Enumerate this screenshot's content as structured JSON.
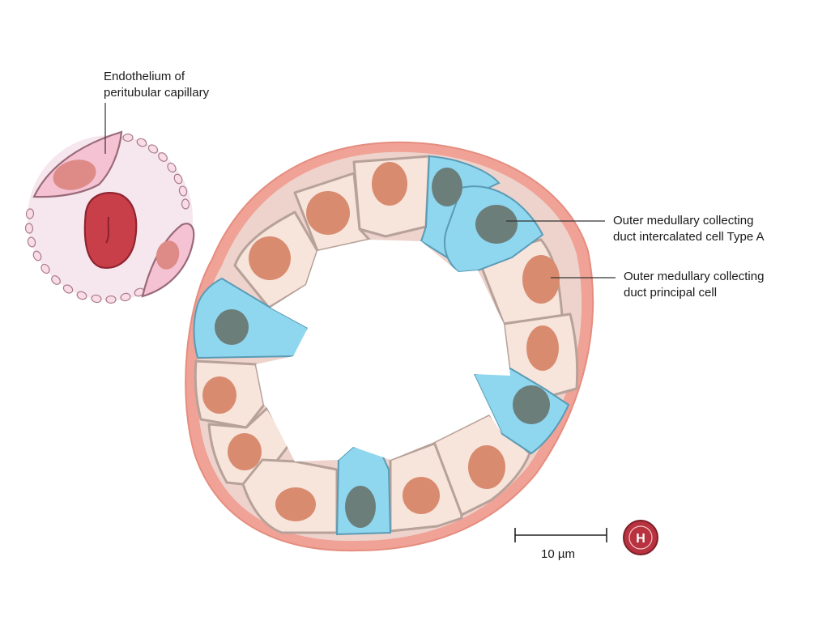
{
  "labels": {
    "endothelium": [
      "Endothelium of",
      "peritubular capillary"
    ],
    "intercalated": [
      "Outer medullary collecting",
      "duct intercalated cell Type A"
    ],
    "principal": [
      "Outer medullary collecting",
      "duct principal cell"
    ]
  },
  "scale_bar": {
    "text": "10 µm"
  },
  "logo": {
    "letter": "H"
  },
  "colors": {
    "tubule_wall": "#f0a296",
    "principal_cell": "#f7e4db",
    "principal_nucleus": "#d98b6f",
    "intercalated_cell": "#8fd6ef",
    "intercalated_nucleus": "#6b7e7a",
    "capillary_fill": "#f6e7ee",
    "endothelial_cell": "#f4c2d3",
    "endothelial_nucleus": "#de8a86",
    "red_blood_cell": "#c83f4a",
    "logo": "#b8333f"
  }
}
